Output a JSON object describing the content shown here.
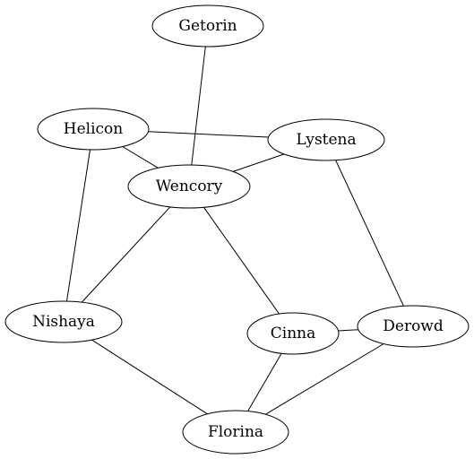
{
  "graph": {
    "nodes": [
      {
        "id": "getorin",
        "label": "Getorin"
      },
      {
        "id": "helicon",
        "label": "Helicon"
      },
      {
        "id": "lystena",
        "label": "Lystena"
      },
      {
        "id": "wencory",
        "label": "Wencory"
      },
      {
        "id": "nishaya",
        "label": "Nishaya"
      },
      {
        "id": "cinna",
        "label": "Cinna"
      },
      {
        "id": "derowd",
        "label": "Derowd"
      },
      {
        "id": "florina",
        "label": "Florina"
      }
    ],
    "edges": [
      {
        "from": "getorin",
        "to": "wencory"
      },
      {
        "from": "helicon",
        "to": "lystena"
      },
      {
        "from": "helicon",
        "to": "wencory"
      },
      {
        "from": "helicon",
        "to": "nishaya"
      },
      {
        "from": "lystena",
        "to": "wencory"
      },
      {
        "from": "lystena",
        "to": "derowd"
      },
      {
        "from": "wencory",
        "to": "nishaya"
      },
      {
        "from": "wencory",
        "to": "cinna"
      },
      {
        "from": "cinna",
        "to": "derowd"
      },
      {
        "from": "cinna",
        "to": "florina"
      },
      {
        "from": "nishaya",
        "to": "florina"
      },
      {
        "from": "derowd",
        "to": "florina"
      }
    ]
  }
}
